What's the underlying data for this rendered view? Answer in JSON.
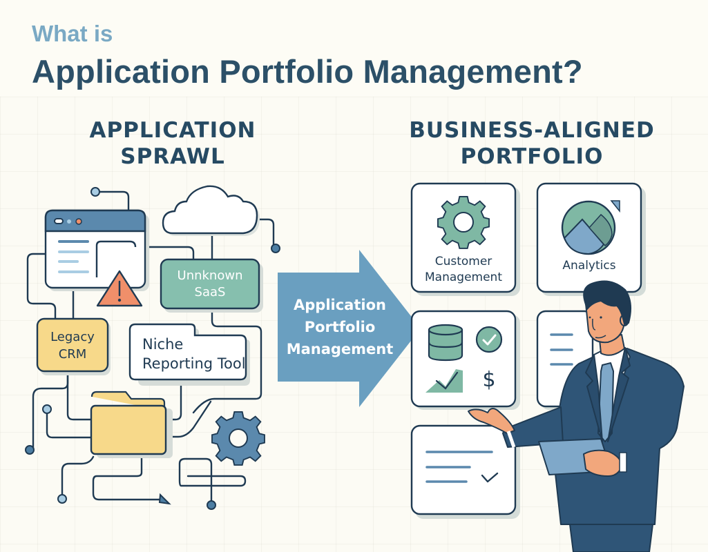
{
  "header": {
    "kicker": "What is",
    "title": "Application Portfolio Management?"
  },
  "left_section": {
    "title_line1": "APPLICATION",
    "title_line2": "SPRAWL",
    "items": [
      {
        "id": "browser-window",
        "icon": "browser-window-icon"
      },
      {
        "id": "warning",
        "icon": "warning-triangle-icon"
      },
      {
        "id": "cloud",
        "icon": "cloud-icon"
      },
      {
        "id": "unknown-saas",
        "line1": "Unnknown",
        "line2": "SaaS"
      },
      {
        "id": "legacy-crm",
        "line1": "Legacy",
        "line2": "CRM"
      },
      {
        "id": "niche-reporting",
        "line1": "Niche",
        "line2": "Reporting Tool"
      },
      {
        "id": "folder",
        "icon": "folder-icon"
      },
      {
        "id": "gear",
        "icon": "gear-icon"
      }
    ]
  },
  "arrow": {
    "line1": "Application",
    "line2": "Portfolio",
    "line3": "Management"
  },
  "right_section": {
    "title_line1": "BUSINESS-ALIGNED",
    "title_line2": "PORTFOLIO",
    "cards": [
      {
        "id": "customer-management",
        "line1": "Customer",
        "line2": "Management",
        "icon": "gear-icon"
      },
      {
        "id": "analytics",
        "label": "Analytics",
        "icon": "pie-chart-icon"
      },
      {
        "id": "finance-data",
        "icons": [
          "database-icon",
          "check-circle-icon",
          "trend-chart-icon",
          "dollar-icon"
        ]
      },
      {
        "id": "list-card",
        "icon": "list-icon"
      },
      {
        "id": "checklist-card",
        "icon": "checklist-icon"
      }
    ]
  },
  "colors": {
    "background": "#fcfbf4",
    "navy": "#264a63",
    "kicker_blue": "#7aa9c4",
    "arrow_blue": "#6a9fc0",
    "teal": "#7fb8a4",
    "yellow": "#f7d98a",
    "orange": "#f08f6a",
    "suit": "#2f5577",
    "skin": "#f2a77c"
  }
}
